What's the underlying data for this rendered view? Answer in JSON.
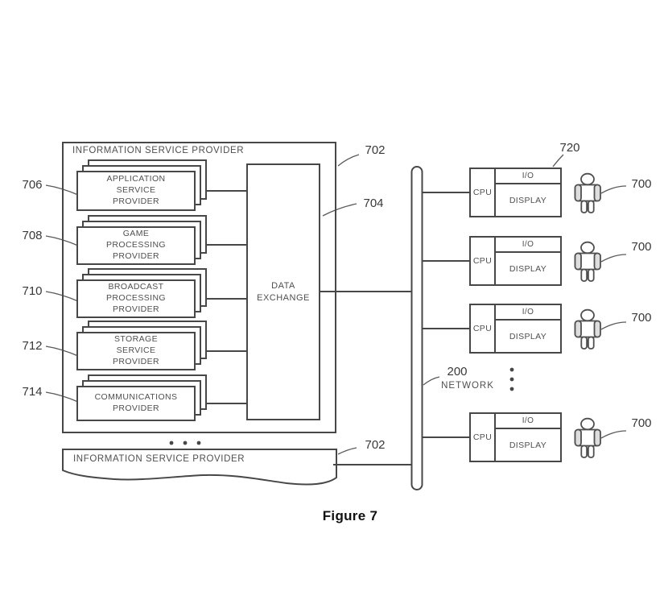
{
  "caption": "Figure 7",
  "colors": {
    "line": "#474747",
    "text": "#4f4f4f",
    "ref": "#383838"
  },
  "main_isp": {
    "title": "INFORMATION SERVICE PROVIDER",
    "ref": "702"
  },
  "providers": [
    {
      "ref": "706",
      "lines": [
        "APPLICATION",
        "SERVICE",
        "PROVIDER"
      ]
    },
    {
      "ref": "708",
      "lines": [
        "GAME",
        "PROCESSING",
        "PROVIDER"
      ]
    },
    {
      "ref": "710",
      "lines": [
        "BROADCAST",
        "PROCESSING",
        "PROVIDER"
      ]
    },
    {
      "ref": "712",
      "lines": [
        "STORAGE",
        "SERVICE",
        "PROVIDER"
      ]
    },
    {
      "ref": "714",
      "lines": [
        "COMMUNICATIONS",
        "PROVIDER"
      ]
    }
  ],
  "data_exchange": {
    "ref": "704",
    "lines": [
      "DATA",
      "EXCHANGE"
    ]
  },
  "network": {
    "ref": "200",
    "label": "NETWORK"
  },
  "client": {
    "ref": "720",
    "cpu": "CPU",
    "io": "I/O",
    "display": "DISPLAY"
  },
  "user": {
    "ref": "700"
  },
  "bottom_isp": {
    "title": "INFORMATION SERVICE PROVIDER",
    "ref": "702"
  }
}
